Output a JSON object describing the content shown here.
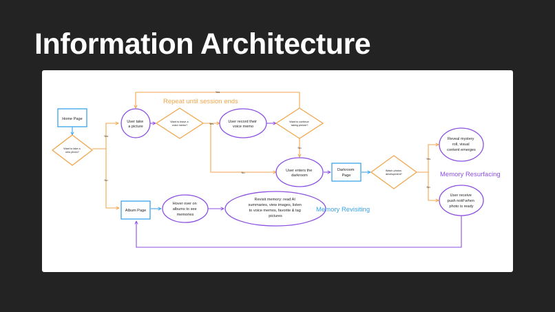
{
  "title": "Information Architecture",
  "colors": {
    "background": "#232323",
    "orange": "#f0a64b",
    "purple": "#8b4fe0",
    "blue": "#3aa3e8"
  },
  "diagram": {
    "section_labels": {
      "repeat": "Repeat until  session ends",
      "revisiting": "Memory Revisiting",
      "resurfacing": "Memory Resurfacing"
    },
    "nodes": {
      "home_page": "Home Page",
      "want_new_photo": [
        "Want to take a",
        "new photo?"
      ],
      "take_picture": [
        "User take",
        "a picture"
      ],
      "want_voice_memo": [
        "Want to leave a",
        "voice memo?"
      ],
      "record_memo": [
        "User record their",
        "voice memo"
      ],
      "want_continue": [
        "Want to continue",
        "taking picture?"
      ],
      "enter_darkroom": [
        "User enters the",
        "darkroom"
      ],
      "darkroom_page": [
        "Darkroom",
        "Page"
      ],
      "watch_dev": [
        "Watch photos",
        "development?"
      ],
      "reveal_roll": [
        "Reveal mystery",
        "roll, visual",
        "content emerges"
      ],
      "push_notif": [
        "User receive",
        "push notif when",
        "photo is ready"
      ],
      "album_page": "Album Page",
      "hover_albums": [
        "Hover over on",
        "albums to see",
        "memories"
      ],
      "revisit_memory": [
        "Revisit memory: read AI",
        "summaries, view images, listen",
        "to voice memos, favorite & tag",
        "pictures"
      ]
    },
    "edge_labels": {
      "repeat_yes": "Yes",
      "new_photo_yes": "Yes",
      "new_photo_no": "No",
      "memo_yes": "Yes",
      "memo_no": "No",
      "continue_no": "No",
      "watch_yes": "Yes",
      "watch_no": "No"
    }
  }
}
